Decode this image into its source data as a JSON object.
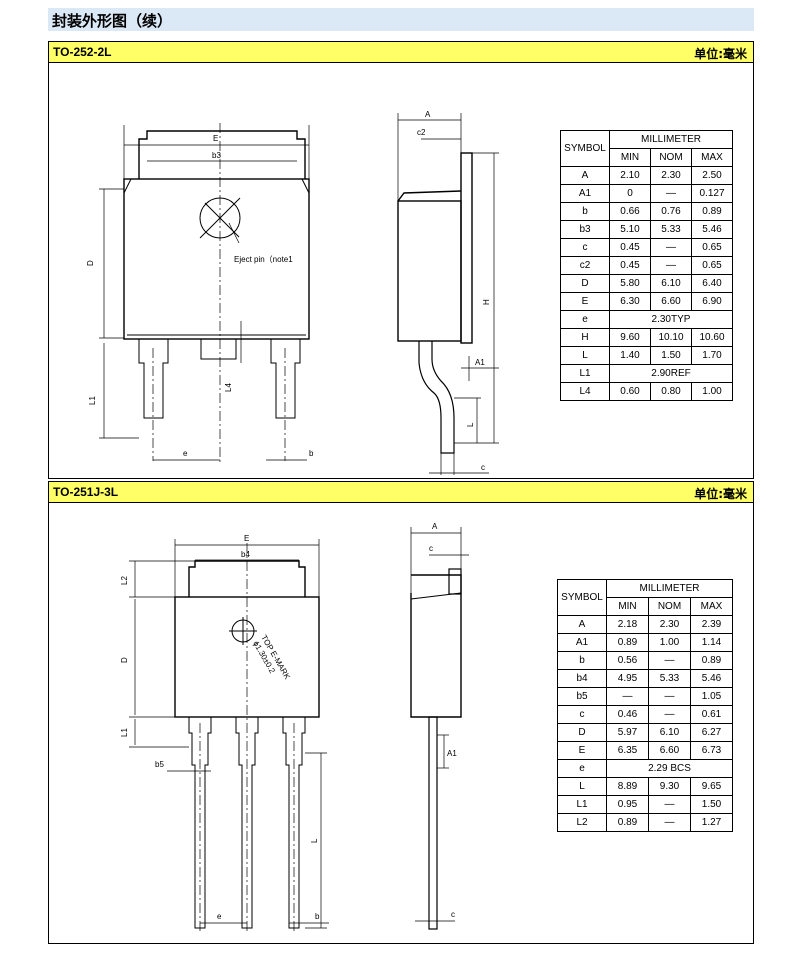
{
  "page_title": "封装外形图（续）",
  "sections": [
    {
      "name": "TO-252-2L",
      "unit": "单位:毫米",
      "labels": {
        "E": "E",
        "b3": "b3",
        "D": "D",
        "L1": "L1",
        "L4": "L4",
        "e": "e",
        "b": "b",
        "A": "A",
        "c2": "c2",
        "H": "H",
        "A1": "A1",
        "L": "L",
        "c": "c",
        "eject": "Eject pin（note1"
      },
      "table": {
        "symbol_header": "SYMBOL",
        "group_header": "MILLIMETER",
        "col_headers": [
          "MIN",
          "NOM",
          "MAX"
        ],
        "rows": [
          [
            "A",
            "2.10",
            "2.30",
            "2.50"
          ],
          [
            "A1",
            "0",
            "—",
            "0.127"
          ],
          [
            "b",
            "0.66",
            "0.76",
            "0.89"
          ],
          [
            "b3",
            "5.10",
            "5.33",
            "5.46"
          ],
          [
            "c",
            "0.45",
            "—",
            "0.65"
          ],
          [
            "c2",
            "0.45",
            "—",
            "0.65"
          ],
          [
            "D",
            "5.80",
            "6.10",
            "6.40"
          ],
          [
            "E",
            "6.30",
            "6.60",
            "6.90"
          ],
          [
            "e",
            "2.30TYP"
          ],
          [
            "H",
            "9.60",
            "10.10",
            "10.60"
          ],
          [
            "L",
            "1.40",
            "1.50",
            "1.70"
          ],
          [
            "L1",
            "2.90REF"
          ],
          [
            "L4",
            "0.60",
            "0.80",
            "1.00"
          ]
        ]
      }
    },
    {
      "name": "TO-251J-3L",
      "unit": "单位:毫米",
      "labels": {
        "E": "E",
        "b4": "b4",
        "L2": "L2",
        "D": "D",
        "L1": "L1",
        "b5": "b5",
        "L": "L",
        "e": "e",
        "b": "b",
        "A": "A",
        "c": "c",
        "A1": "A1",
        "mark1": "TOP E-MARK",
        "mark2": "ϕ1.30±0.2"
      },
      "table": {
        "symbol_header": "SYMBOL",
        "group_header": "MILLIMETER",
        "col_headers": [
          "MIN",
          "NOM",
          "MAX"
        ],
        "rows": [
          [
            "A",
            "2.18",
            "2.30",
            "2.39"
          ],
          [
            "A1",
            "0.89",
            "1.00",
            "1.14"
          ],
          [
            "b",
            "0.56",
            "—",
            "0.89"
          ],
          [
            "b4",
            "4.95",
            "5.33",
            "5.46"
          ],
          [
            "b5",
            "—",
            "—",
            "1.05"
          ],
          [
            "c",
            "0.46",
            "—",
            "0.61"
          ],
          [
            "D",
            "5.97",
            "6.10",
            "6.27"
          ],
          [
            "E",
            "6.35",
            "6.60",
            "6.73"
          ],
          [
            "e",
            "2.29 BCS"
          ],
          [
            "L",
            "8.89",
            "9.30",
            "9.65"
          ],
          [
            "L1",
            "0.95",
            "—",
            "1.50"
          ],
          [
            "L2",
            "0.89",
            "—",
            "1.27"
          ]
        ]
      }
    }
  ]
}
